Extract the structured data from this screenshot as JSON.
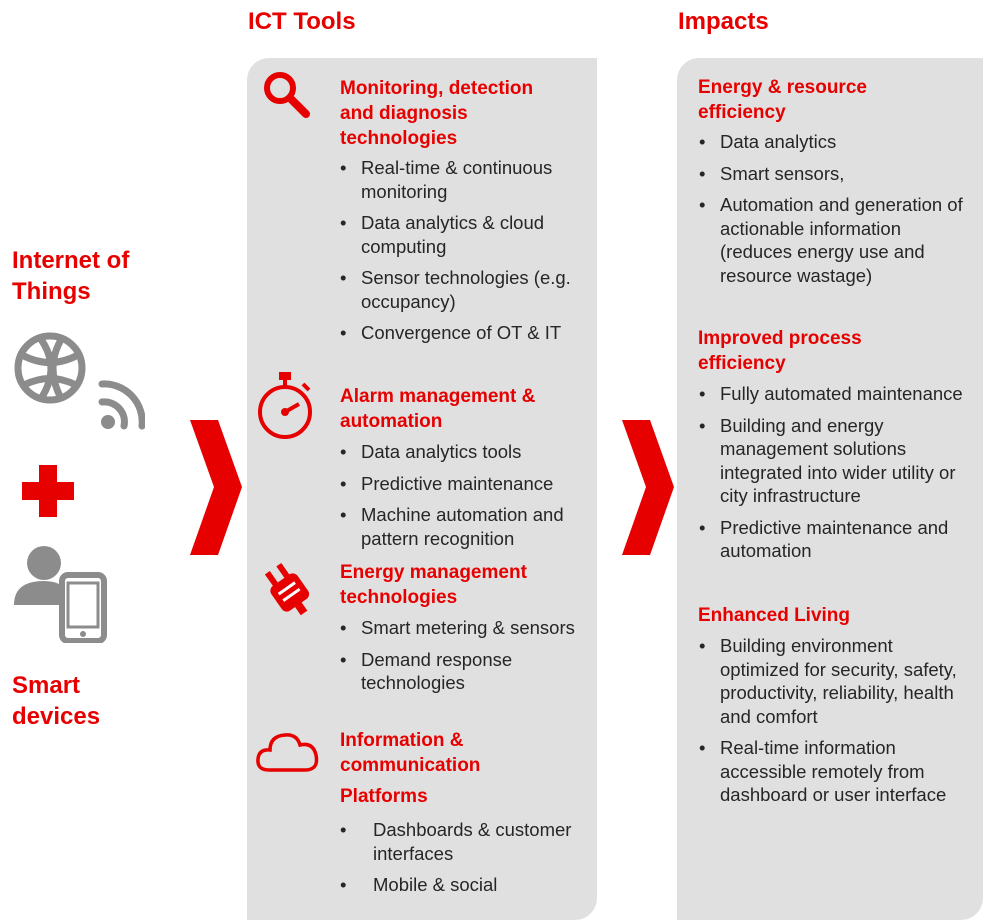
{
  "left": {
    "iot_label": "Internet of\nThings",
    "smart_label": "Smart\ndevices"
  },
  "ict": {
    "heading": "ICT Tools",
    "sections": [
      {
        "title": "Monitoring, detection and diagnosis technologies",
        "icon": "magnifier-icon",
        "items": [
          "Real-time & continuous monitoring",
          "Data analytics & cloud computing",
          "Sensor technologies (e.g. occupancy)",
          "Convergence of OT & IT"
        ]
      },
      {
        "title": "Alarm management & automation",
        "icon": "stopwatch-icon",
        "items": [
          "Data analytics tools",
          "Predictive maintenance",
          "Machine automation and pattern recognition"
        ]
      },
      {
        "title": "Energy management technologies",
        "icon": "plug-icon",
        "items": [
          "Smart metering & sensors",
          "Demand response technologies"
        ]
      },
      {
        "title": "Information & communication",
        "subtitle": "Platforms",
        "icon": "cloud-icon",
        "items": [
          "Dashboards & customer interfaces",
          "Mobile & social"
        ]
      }
    ]
  },
  "impacts": {
    "heading": "Impacts",
    "sections": [
      {
        "title": "Energy & resource efficiency",
        "items": [
          "Data analytics",
          "Smart sensors,",
          "Automation and generation of actionable information (reduces energy use and resource wastage)"
        ]
      },
      {
        "title": "Improved process efficiency",
        "items": [
          "Fully automated maintenance",
          "Building and energy management solutions integrated into wider utility or city infrastructure",
          "Predictive maintenance and automation"
        ]
      },
      {
        "title": "Enhanced Living",
        "items": [
          "Building environment optimized for security, safety, productivity, reliability, health and comfort",
          "Real-time information accessible remotely from dashboard or user interface"
        ]
      }
    ]
  },
  "colors": {
    "accent": "#e60000",
    "panel": "#e0e0e0",
    "icon_gray": "#8c8c8c"
  }
}
